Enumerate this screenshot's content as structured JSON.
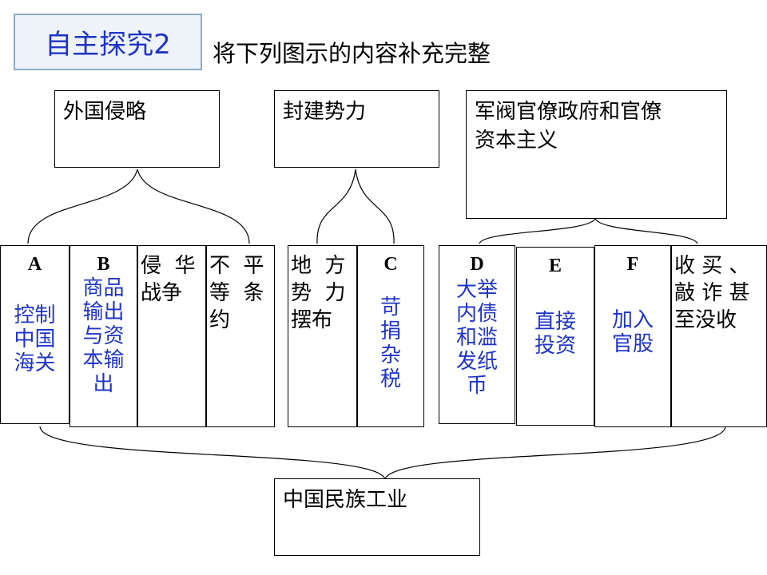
{
  "header": {
    "badge": "自主探究2",
    "instruction": "将下列图示的内容补充完整"
  },
  "top_boxes": [
    {
      "label": "外国侵略"
    },
    {
      "label": "封建势力"
    },
    {
      "label": "军阀官僚政府和官僚\n资本主义"
    }
  ],
  "cells": [
    {
      "letter": "A",
      "answer": "控制\n中国\n海关"
    },
    {
      "letter": "B",
      "answer": "商品\n输出\n与资\n本输\n出"
    },
    {
      "text": "侵  华\n战争"
    },
    {
      "text": "不  平\n等  条\n约"
    },
    {
      "text": "地  方\n势  力\n摆布"
    },
    {
      "letter": "C",
      "answer": "苛\n捐\n杂\n税"
    },
    {
      "letter": "D",
      "answer": "大举\n内债\n和滥\n发纸\n币"
    },
    {
      "letter": "E",
      "answer": "直接\n投资"
    },
    {
      "letter": "F",
      "answer": "加入\n官股"
    },
    {
      "text": "收 买 、\n敲 诈 甚\n至没收"
    }
  ],
  "bottom_box": {
    "label": "中国民族工业"
  },
  "colors": {
    "answer": "#1f34c8",
    "badge_border": "#8faac8",
    "badge_bg": "#eef3fa"
  }
}
